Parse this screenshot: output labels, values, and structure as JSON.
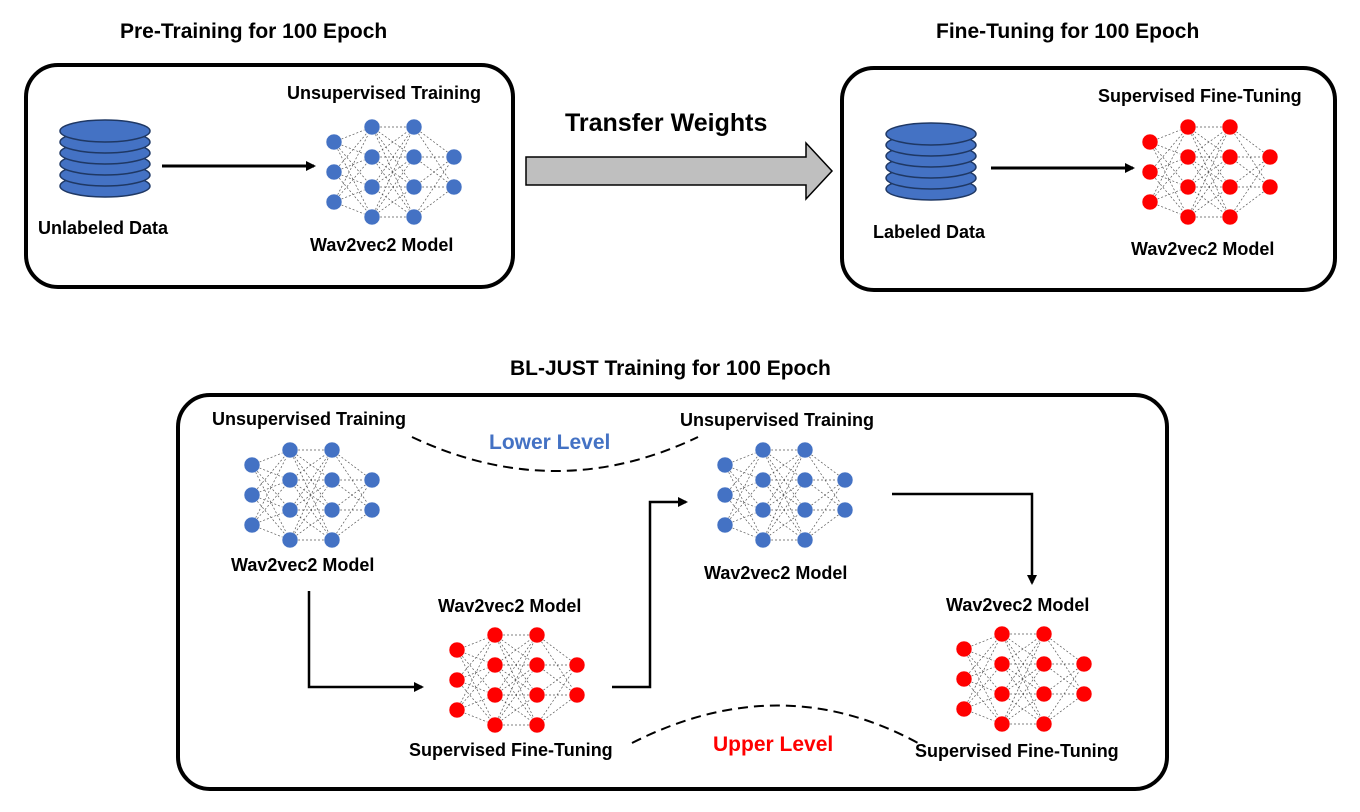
{
  "colors": {
    "unsupervised": "#4472C4",
    "supervised": "#FF0000",
    "arrow_fill": "#BFBFBF",
    "lower_level_text": "#4472C4",
    "upper_level_text": "#FF0000"
  },
  "pretraining": {
    "title": "Pre-Training for 100 Epoch",
    "data_label": "Unlabeled Data",
    "training_label": "Unsupervised Training",
    "model_label": "Wav2vec2 Model"
  },
  "transfer": {
    "label": "Transfer Weights"
  },
  "finetuning": {
    "title": "Fine-Tuning for 100 Epoch",
    "data_label": "Labeled Data",
    "training_label": "Supervised Fine-Tuning",
    "model_label": "Wav2vec2 Model"
  },
  "bljust": {
    "title": "BL-JUST Training for 100 Epoch",
    "lower_level": "Lower Level",
    "upper_level": "Upper Level",
    "unsup1_label": "Unsupervised Training",
    "model1_label": "Wav2vec2 Model",
    "sup1_model_label": "Wav2vec2 Model",
    "sup1_label": "Supervised Fine-Tuning",
    "unsup2_label": "Unsupervised Training",
    "model2_label": "Wav2vec2 Model",
    "sup2_model_label": "Wav2vec2 Model",
    "sup2_label": "Supervised Fine-Tuning"
  }
}
